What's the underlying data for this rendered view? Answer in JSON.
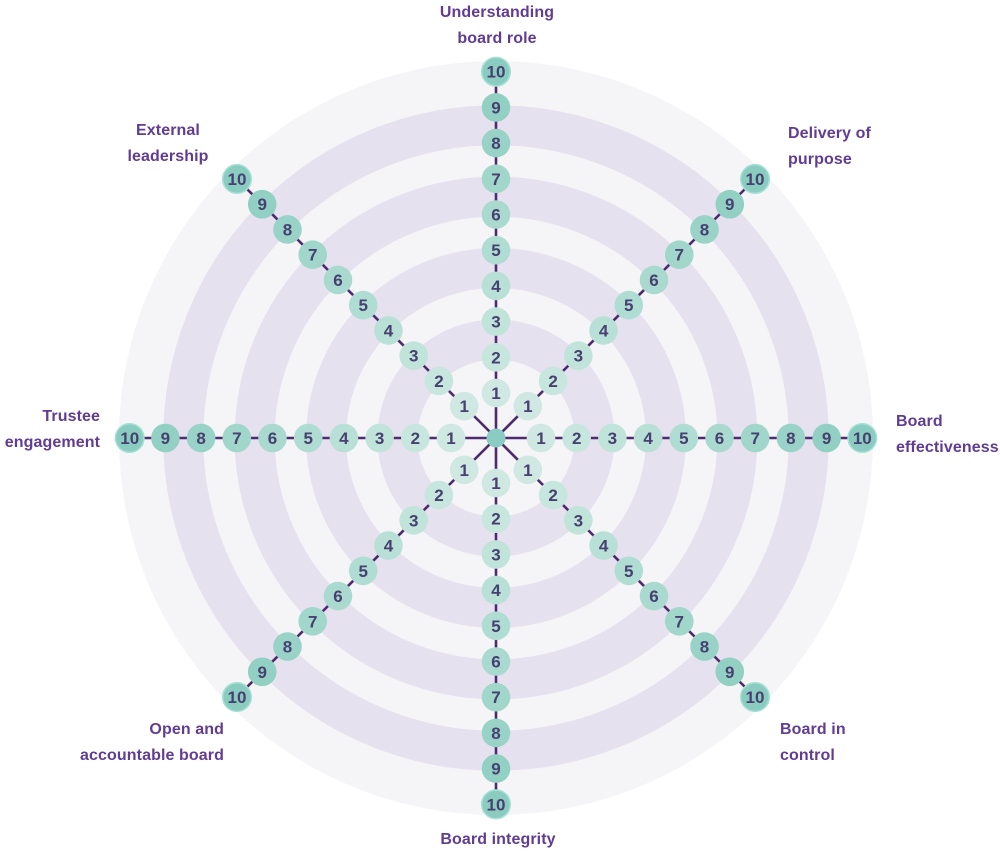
{
  "chart_data": {
    "type": "radar",
    "subtype": "assessment-wheel-template",
    "grid": "concentric-rings",
    "legend": null,
    "series": [],
    "scale": {
      "min": 1,
      "max": 10,
      "tick_labels": [
        "1",
        "2",
        "3",
        "4",
        "5",
        "6",
        "7",
        "8",
        "9",
        "10"
      ]
    },
    "axes": [
      {
        "id": "understanding-board-role",
        "label": "Understanding board role",
        "lines": [
          "Understanding",
          "board role"
        ]
      },
      {
        "id": "delivery-of-purpose",
        "label": "Delivery of purpose",
        "lines": [
          "Delivery of",
          "purpose"
        ]
      },
      {
        "id": "board-effectiveness",
        "label": "Board effectiveness",
        "lines": [
          "Board",
          "effectiveness"
        ]
      },
      {
        "id": "board-in-control",
        "label": "Board in control",
        "lines": [
          "Board in",
          "control"
        ]
      },
      {
        "id": "board-integrity",
        "label": "Board integrity",
        "lines": [
          "Board integrity"
        ]
      },
      {
        "id": "open-and-accountable-board",
        "label": "Open and accountable board",
        "lines": [
          "Open and",
          "accountable board"
        ]
      },
      {
        "id": "trustee-engagement",
        "label": "Trustee engagement",
        "lines": [
          "Trustee",
          "engagement"
        ]
      },
      {
        "id": "external-leadership",
        "label": "External leadership",
        "lines": [
          "External",
          "leadership"
        ]
      }
    ]
  },
  "colors": {
    "disc": "#f5f4f6",
    "ring": "#e6e1ee",
    "axis_line": "#4e2b70",
    "label_text": "#613c92",
    "tick_text": "#474070",
    "dot_min": "#cfe9e2",
    "dot_max": "#8acdc0",
    "dot_edge_halo": "#a5e0d7",
    "center_dot": "#8accc1"
  }
}
